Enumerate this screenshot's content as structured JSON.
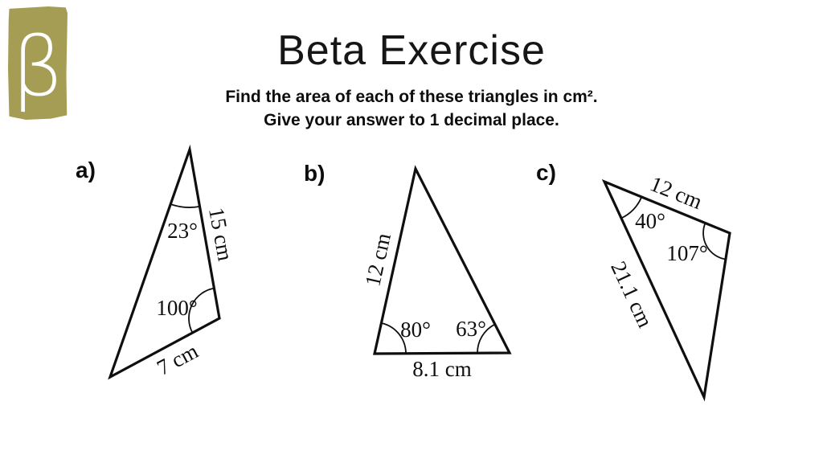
{
  "logo": {
    "symbol": "β",
    "bg_color": "#a69d55"
  },
  "header": {
    "title": "Beta Exercise"
  },
  "instructions": {
    "line1": "Find the area of each of these triangles in cm².",
    "line2": "Give your answer to 1 decimal place."
  },
  "colors": {
    "ink": "#0f0f0f",
    "background": "#ffffff"
  },
  "triangles": [
    {
      "label": "a)",
      "apex_angle": "23°",
      "right_angle": "100°",
      "right_side": "15 cm",
      "bottom_side": "7 cm"
    },
    {
      "label": "b)",
      "left_side": "12 cm",
      "left_angle": "80°",
      "right_angle": "63°",
      "bottom_side": "8.1 cm"
    },
    {
      "label": "c)",
      "top_side": "12 cm",
      "top_angle": "40°",
      "right_angle": "107°",
      "left_side": "21.1 cm"
    }
  ]
}
